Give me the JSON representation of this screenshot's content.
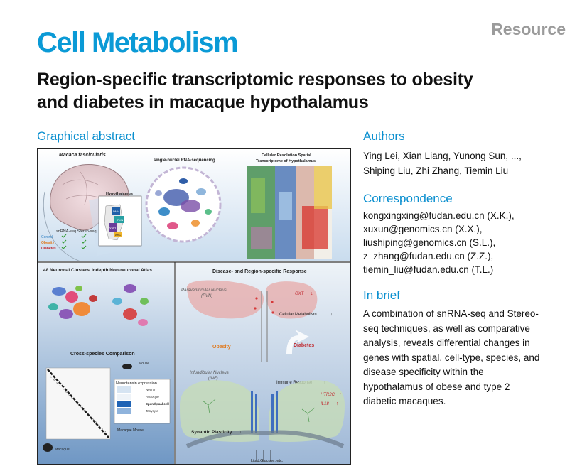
{
  "header": {
    "journal": "Cell Metabolism",
    "article_type": "Resource",
    "title_line1": "Region-specific transcriptomic responses to obesity",
    "title_line2": "and diabetes in macaque hypothalamus"
  },
  "graphical_abstract": {
    "heading": "Graphical abstract",
    "species": "Macaca fascicularis",
    "hypothalamus_label": "Hypothalamus",
    "table_header": "snRNA-seq  Stereo-seq",
    "rows": [
      "Control",
      "Obesity",
      "Diabetes"
    ],
    "region_labels": [
      "DMH",
      "PVN",
      "VMH",
      "ARC"
    ],
    "snrna_label": "single-nuclei RNA-sequencing",
    "spatial_label_line1": "Cellular Resolution Spatial",
    "spatial_label_line2": "Transcriptome of Hypothalamus",
    "neuronal_clusters": "48 Neuronal Clusters",
    "nonneuronal_atlas": "Indepth Non-neuronal Atlas",
    "cross_species": "Cross-species Comparison",
    "mouse": "Mouse",
    "macaque": "Macaque",
    "macaque_mouse": "Macaque Mouse",
    "neurotensin_title": "Neurotensin expression",
    "neurotensin_rows": [
      "Neuron",
      "Astrocyte",
      "Ependymal cell",
      "Tanycyte"
    ],
    "disease_title": "Disease- and Region-specific Response",
    "pvn_line1": "Paraventricular Nucleus",
    "pvn_line2": "(PVN)",
    "oxt": "OXT",
    "cellular_metabolism": "Cellular Metabolism",
    "obesity": "Obesity",
    "diabetes": "Diabetes",
    "inf_line1": "Infundibular Nucleus",
    "inf_line2": "(INF)",
    "immune_response": "Immune Response",
    "htr2c": "HTR2C",
    "il18": "IL18",
    "synaptic_plasticity": "Synaptic Plasticity",
    "lipid_glucose": "Lipid,Glucose, etc."
  },
  "authors": {
    "heading": "Authors",
    "line1": "Ying Lei, Xian Liang, Yunong Sun, ...,",
    "line2": "Shiping Liu, Zhi Zhang, Tiemin Liu"
  },
  "correspondence": {
    "heading": "Correspondence",
    "emails": [
      "kongxingxing@fudan.edu.cn (X.K.),",
      "xuxun@genomics.cn (X.X.),",
      "liushiping@genomics.cn (S.L.),",
      "z_zhang@fudan.edu.cn (Z.Z.),",
      "tiemin_liu@fudan.edu.cn (T.L.)"
    ]
  },
  "in_brief": {
    "heading": "In brief",
    "lines": [
      "A combination of snRNA-seq and Stereo-",
      "seq techniques, as well as comparative",
      "analysis, reveals differential changes in",
      "genes with spatial, cell-type, species, and",
      "disease specificity within the",
      "hypothalamus of obese and type 2",
      "diabetic macaques."
    ]
  },
  "colors": {
    "journal_blue": "#0a9ad6",
    "resource_gray": "#9b9b9b",
    "obesity_orange": "#e07a1f",
    "diabetes_red": "#c0272d",
    "control_blue": "#2d7fc1"
  }
}
